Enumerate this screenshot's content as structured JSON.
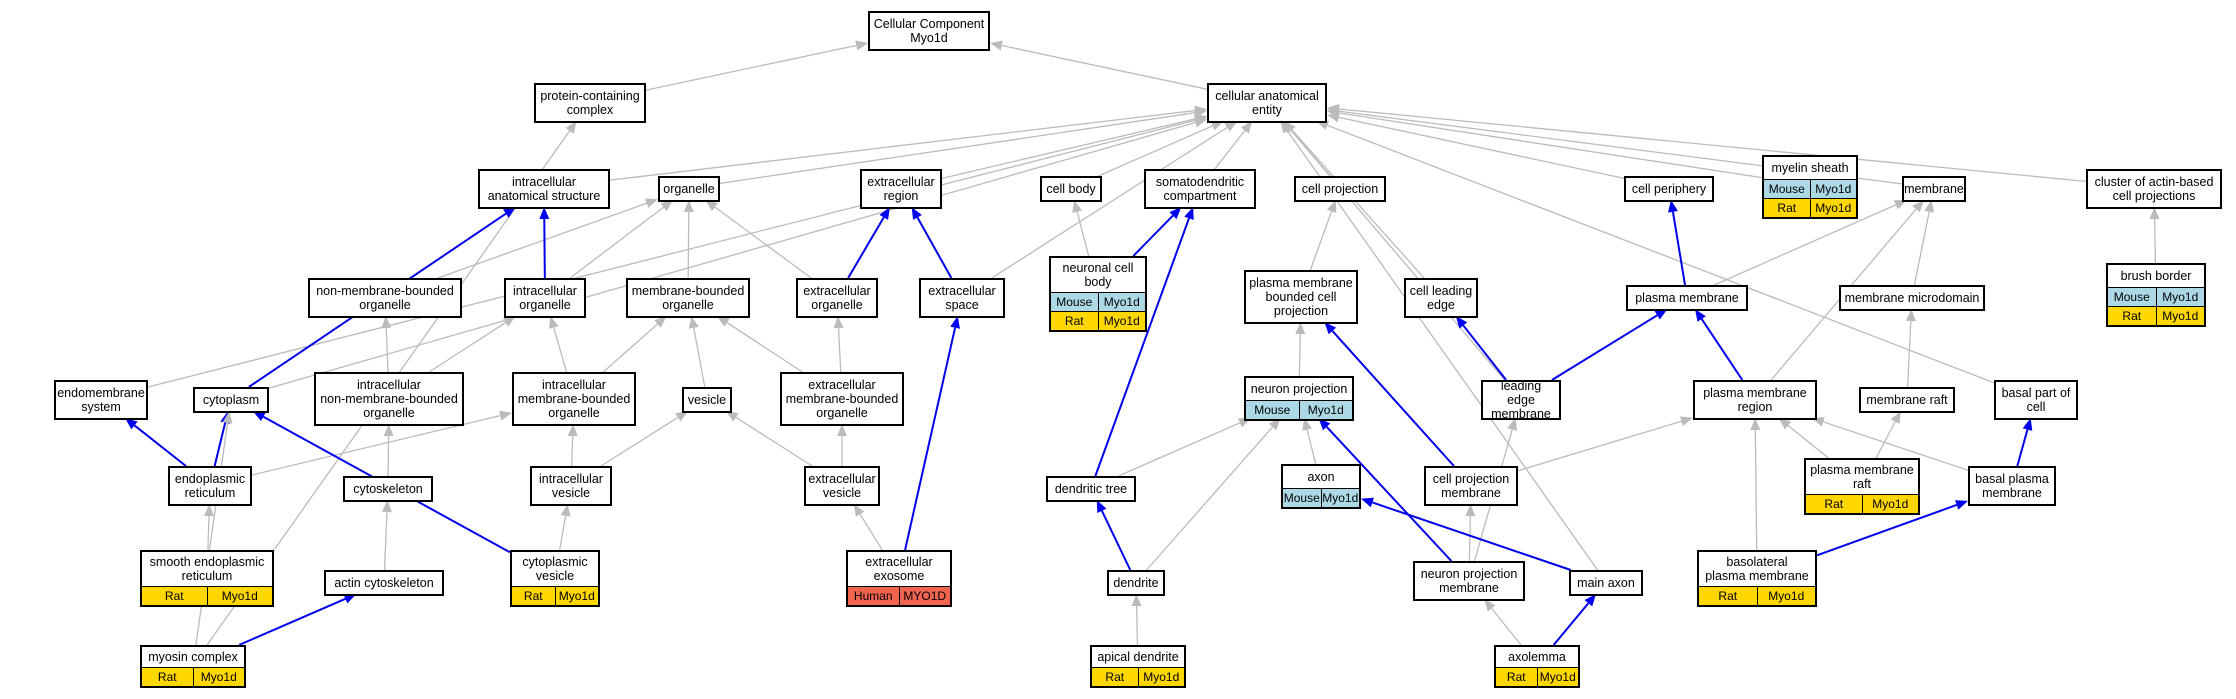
{
  "nodes": [
    {
      "id": "root",
      "title": "Cellular Component\nMyo1d",
      "rows": []
    },
    {
      "id": "pcc",
      "title": "protein-containing\ncomplex",
      "rows": []
    },
    {
      "id": "cae",
      "title": "cellular anatomical\nentity",
      "rows": []
    },
    {
      "id": "ias",
      "title": "intracellular\nanatomical structure",
      "rows": []
    },
    {
      "id": "org",
      "title": "organelle",
      "rows": []
    },
    {
      "id": "exr",
      "title": "extracellular\nregion",
      "rows": []
    },
    {
      "id": "cb",
      "title": "cell body",
      "rows": []
    },
    {
      "id": "sdc",
      "title": "somatodendritic\ncompartment",
      "rows": []
    },
    {
      "id": "cpj",
      "title": "cell projection",
      "rows": []
    },
    {
      "id": "cper",
      "title": "cell periphery",
      "rows": []
    },
    {
      "id": "mys",
      "title": "myelin sheath",
      "rows": [
        [
          "Mouse",
          "Myo1d"
        ],
        [
          "Rat",
          "Myo1d"
        ]
      ]
    },
    {
      "id": "mem",
      "title": "membrane",
      "rows": []
    },
    {
      "id": "cabcp",
      "title": "cluster of actin-based\ncell projections",
      "rows": []
    },
    {
      "id": "nmbo",
      "title": "non-membrane-bounded\norganelle",
      "rows": []
    },
    {
      "id": "io",
      "title": "intracellular\norganelle",
      "rows": []
    },
    {
      "id": "mbo",
      "title": "membrane-bounded\norganelle",
      "rows": []
    },
    {
      "id": "exo",
      "title": "extracellular\norganelle",
      "rows": []
    },
    {
      "id": "exs",
      "title": "extracellular\nspace",
      "rows": []
    },
    {
      "id": "ncb",
      "title": "neuronal cell\nbody",
      "rows": [
        [
          "Mouse",
          "Myo1d"
        ],
        [
          "Rat",
          "Myo1d"
        ]
      ]
    },
    {
      "id": "pmbcp",
      "title": "plasma membrane\nbounded cell\nprojection",
      "rows": []
    },
    {
      "id": "cle",
      "title": "cell leading\nedge",
      "rows": []
    },
    {
      "id": "pm",
      "title": "plasma membrane",
      "rows": []
    },
    {
      "id": "mmd",
      "title": "membrane microdomain",
      "rows": []
    },
    {
      "id": "bb",
      "title": "brush border",
      "rows": [
        [
          "Mouse",
          "Myo1d"
        ],
        [
          "Rat",
          "Myo1d"
        ]
      ]
    },
    {
      "id": "ems",
      "title": "endomembrane\nsystem",
      "rows": []
    },
    {
      "id": "cyto",
      "title": "cytoplasm",
      "rows": []
    },
    {
      "id": "inmbo",
      "title": "intracellular\nnon-membrane-bounded\norganelle",
      "rows": []
    },
    {
      "id": "imbo",
      "title": "intracellular\nmembrane-bounded\norganelle",
      "rows": []
    },
    {
      "id": "ves",
      "title": "vesicle",
      "rows": []
    },
    {
      "id": "exmbo",
      "title": "extracellular\nmembrane-bounded\norganelle",
      "rows": []
    },
    {
      "id": "np",
      "title": "neuron projection",
      "rows": [
        [
          "Mouse",
          "Myo1d"
        ]
      ]
    },
    {
      "id": "lem",
      "title": "leading edge\nmembrane",
      "rows": []
    },
    {
      "id": "pmr",
      "title": "plasma membrane\nregion",
      "rows": []
    },
    {
      "id": "mr",
      "title": "membrane raft",
      "rows": []
    },
    {
      "id": "bpc",
      "title": "basal part of\ncell",
      "rows": []
    },
    {
      "id": "er",
      "title": "endoplasmic\nreticulum",
      "rows": []
    },
    {
      "id": "csk",
      "title": "cytoskeleton",
      "rows": []
    },
    {
      "id": "iv",
      "title": "intracellular\nvesicle",
      "rows": []
    },
    {
      "id": "exv",
      "title": "extracellular\nvesicle",
      "rows": []
    },
    {
      "id": "dt",
      "title": "dendritic tree",
      "rows": []
    },
    {
      "id": "axon",
      "title": "axon",
      "rows": [
        [
          "Mouse",
          "Myo1d"
        ]
      ]
    },
    {
      "id": "cpm",
      "title": "cell projection\nmembrane",
      "rows": []
    },
    {
      "id": "pmraft",
      "title": "plasma membrane\nraft",
      "rows": [
        [
          "Rat",
          "Myo1d"
        ]
      ]
    },
    {
      "id": "bpm",
      "title": "basal plasma\nmembrane",
      "rows": []
    },
    {
      "id": "ser",
      "title": "smooth endoplasmic\nreticulum",
      "rows": [
        [
          "Rat",
          "Myo1d"
        ]
      ]
    },
    {
      "id": "acsk",
      "title": "actin cytoskeleton",
      "rows": []
    },
    {
      "id": "cv",
      "title": "cytoplasmic\nvesicle",
      "rows": [
        [
          "Rat",
          "Myo1d"
        ]
      ]
    },
    {
      "id": "exex",
      "title": "extracellular\nexosome",
      "rows": [
        [
          "Human",
          "MYO1D"
        ]
      ]
    },
    {
      "id": "dend",
      "title": "dendrite",
      "rows": []
    },
    {
      "id": "npm",
      "title": "neuron projection\nmembrane",
      "rows": []
    },
    {
      "id": "max",
      "title": "main axon",
      "rows": []
    },
    {
      "id": "blpm",
      "title": "basolateral\nplasma membrane",
      "rows": [
        [
          "Rat",
          "Myo1d"
        ]
      ]
    },
    {
      "id": "myc",
      "title": "myosin complex",
      "rows": [
        [
          "Rat",
          "Myo1d"
        ]
      ]
    },
    {
      "id": "ad",
      "title": "apical dendrite",
      "rows": [
        [
          "Rat",
          "Myo1d"
        ]
      ]
    },
    {
      "id": "axl",
      "title": "axolemma",
      "rows": [
        [
          "Rat",
          "Myo1d"
        ]
      ]
    }
  ],
  "edges": [
    {
      "from": "pcc",
      "to": "root",
      "type": "is_a"
    },
    {
      "from": "cae",
      "to": "root",
      "type": "is_a"
    },
    {
      "from": "ias",
      "to": "cae",
      "type": "is_a"
    },
    {
      "from": "org",
      "to": "cae",
      "type": "is_a"
    },
    {
      "from": "exr",
      "to": "cae",
      "type": "is_a"
    },
    {
      "from": "cb",
      "to": "cae",
      "type": "is_a"
    },
    {
      "from": "sdc",
      "to": "cae",
      "type": "is_a"
    },
    {
      "from": "cpj",
      "to": "cae",
      "type": "is_a"
    },
    {
      "from": "cper",
      "to": "cae",
      "type": "is_a"
    },
    {
      "from": "mys",
      "to": "cae",
      "type": "is_a"
    },
    {
      "from": "mem",
      "to": "cae",
      "type": "is_a"
    },
    {
      "from": "cabcp",
      "to": "cae",
      "type": "is_a"
    },
    {
      "from": "ems",
      "to": "cae",
      "type": "is_a"
    },
    {
      "from": "cyto",
      "to": "cae",
      "type": "is_a"
    },
    {
      "from": "myc",
      "to": "pcc",
      "type": "is_a"
    },
    {
      "from": "exs",
      "to": "cae",
      "type": "is_a"
    },
    {
      "from": "cle",
      "to": "cae",
      "type": "is_a"
    },
    {
      "from": "lem",
      "to": "cae",
      "type": "is_a"
    },
    {
      "from": "max",
      "to": "cae",
      "type": "is_a"
    },
    {
      "from": "bpc",
      "to": "cae",
      "type": "is_a"
    },
    {
      "from": "nmbo",
      "to": "org",
      "type": "is_a"
    },
    {
      "from": "io",
      "to": "org",
      "type": "is_a"
    },
    {
      "from": "mbo",
      "to": "org",
      "type": "is_a"
    },
    {
      "from": "exo",
      "to": "org",
      "type": "is_a"
    },
    {
      "from": "io",
      "to": "ias",
      "type": "part_of"
    },
    {
      "from": "cyto",
      "to": "ias",
      "type": "part_of"
    },
    {
      "from": "exo",
      "to": "exr",
      "type": "part_of"
    },
    {
      "from": "exs",
      "to": "exr",
      "type": "part_of"
    },
    {
      "from": "ncb",
      "to": "cb",
      "type": "is_a"
    },
    {
      "from": "ncb",
      "to": "sdc",
      "type": "part_of"
    },
    {
      "from": "pmbcp",
      "to": "cpj",
      "type": "is_a"
    },
    {
      "from": "pm",
      "to": "cper",
      "type": "part_of"
    },
    {
      "from": "pm",
      "to": "mem",
      "type": "is_a"
    },
    {
      "from": "mmd",
      "to": "mem",
      "type": "is_a"
    },
    {
      "from": "pmr",
      "to": "mem",
      "type": "is_a"
    },
    {
      "from": "bb",
      "to": "cabcp",
      "type": "is_a"
    },
    {
      "from": "inmbo",
      "to": "nmbo",
      "type": "is_a"
    },
    {
      "from": "inmbo",
      "to": "io",
      "type": "is_a"
    },
    {
      "from": "imbo",
      "to": "io",
      "type": "is_a"
    },
    {
      "from": "imbo",
      "to": "mbo",
      "type": "is_a"
    },
    {
      "from": "ves",
      "to": "mbo",
      "type": "is_a"
    },
    {
      "from": "exmbo",
      "to": "mbo",
      "type": "is_a"
    },
    {
      "from": "exmbo",
      "to": "exo",
      "type": "is_a"
    },
    {
      "from": "np",
      "to": "pmbcp",
      "type": "is_a"
    },
    {
      "from": "lem",
      "to": "cle",
      "type": "part_of"
    },
    {
      "from": "lem",
      "to": "pm",
      "type": "part_of"
    },
    {
      "from": "pmr",
      "to": "pm",
      "type": "part_of"
    },
    {
      "from": "mr",
      "to": "mmd",
      "type": "is_a"
    },
    {
      "from": "er",
      "to": "ems",
      "type": "part_of"
    },
    {
      "from": "er",
      "to": "cyto",
      "type": "part_of"
    },
    {
      "from": "er",
      "to": "imbo",
      "type": "is_a"
    },
    {
      "from": "csk",
      "to": "inmbo",
      "type": "is_a"
    },
    {
      "from": "iv",
      "to": "imbo",
      "type": "is_a"
    },
    {
      "from": "iv",
      "to": "ves",
      "type": "is_a"
    },
    {
      "from": "exv",
      "to": "ves",
      "type": "is_a"
    },
    {
      "from": "exv",
      "to": "exmbo",
      "type": "is_a"
    },
    {
      "from": "dt",
      "to": "sdc",
      "type": "part_of"
    },
    {
      "from": "dt",
      "to": "np",
      "type": "is_a"
    },
    {
      "from": "axon",
      "to": "np",
      "type": "is_a"
    },
    {
      "from": "cpm",
      "to": "pmbcp",
      "type": "part_of"
    },
    {
      "from": "cpm",
      "to": "pmr",
      "type": "is_a"
    },
    {
      "from": "pmraft",
      "to": "mr",
      "type": "is_a"
    },
    {
      "from": "pmraft",
      "to": "pmr",
      "type": "is_a"
    },
    {
      "from": "bpm",
      "to": "pmr",
      "type": "is_a"
    },
    {
      "from": "bpm",
      "to": "bpc",
      "type": "part_of"
    },
    {
      "from": "ser",
      "to": "er",
      "type": "is_a"
    },
    {
      "from": "acsk",
      "to": "csk",
      "type": "is_a"
    },
    {
      "from": "cv",
      "to": "iv",
      "type": "is_a"
    },
    {
      "from": "cv",
      "to": "cyto",
      "type": "part_of"
    },
    {
      "from": "exex",
      "to": "exv",
      "type": "is_a"
    },
    {
      "from": "exex",
      "to": "exs",
      "type": "part_of"
    },
    {
      "from": "dend",
      "to": "dt",
      "type": "part_of"
    },
    {
      "from": "dend",
      "to": "np",
      "type": "is_a"
    },
    {
      "from": "npm",
      "to": "cpm",
      "type": "is_a"
    },
    {
      "from": "npm",
      "to": "np",
      "type": "part_of"
    },
    {
      "from": "npm",
      "to": "lem",
      "type": "is_a"
    },
    {
      "from": "max",
      "to": "axon",
      "type": "part_of"
    },
    {
      "from": "blpm",
      "to": "pmr",
      "type": "is_a"
    },
    {
      "from": "blpm",
      "to": "bpm",
      "type": "part_of"
    },
    {
      "from": "myc",
      "to": "cyto",
      "type": "is_a"
    },
    {
      "from": "myc",
      "to": "acsk",
      "type": "part_of"
    },
    {
      "from": "ad",
      "to": "dend",
      "type": "is_a"
    },
    {
      "from": "axl",
      "to": "npm",
      "type": "is_a"
    },
    {
      "from": "axl",
      "to": "max",
      "type": "part_of"
    }
  ],
  "colors": {
    "is_a": "#bbbbbb",
    "part_of": "#0000ee",
    "Mouse": "#add8e6",
    "Rat": "#ffd700",
    "Human": "#f06450"
  }
}
